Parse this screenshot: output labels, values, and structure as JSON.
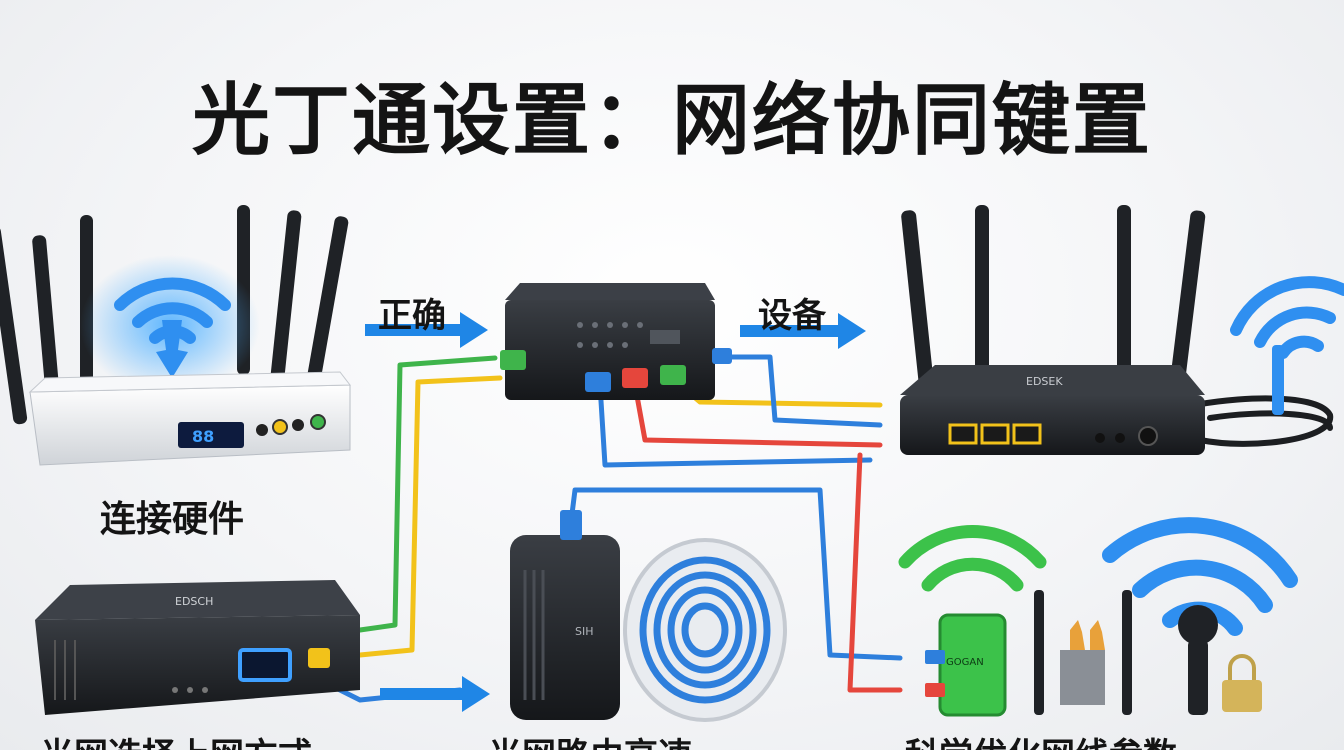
{
  "title": "光丁通设置：网络协同键置",
  "labels": {
    "arrow_left": "正确",
    "arrow_right": "设备",
    "hardware": "连接硬件",
    "bottom_left": "光网选择上网方式",
    "bottom_mid": "光网路由高速",
    "bottom_right": "科学优化网线参数"
  },
  "devices": {
    "right_router_brand": "EDSEK",
    "modem_brand": "EDSCH",
    "switch_tag": "SIH",
    "green_board_tag": "GOGAN"
  },
  "colors": {
    "cable_green": "#3fb44b",
    "cable_yellow": "#f2c21a",
    "cable_blue": "#2e7fdc",
    "cable_red": "#e5463c",
    "wifi_blue": "#2f8ff0",
    "wifi_green": "#3cc24a",
    "arrow_blue": "#1f86e6",
    "device_black": "#23262b"
  }
}
